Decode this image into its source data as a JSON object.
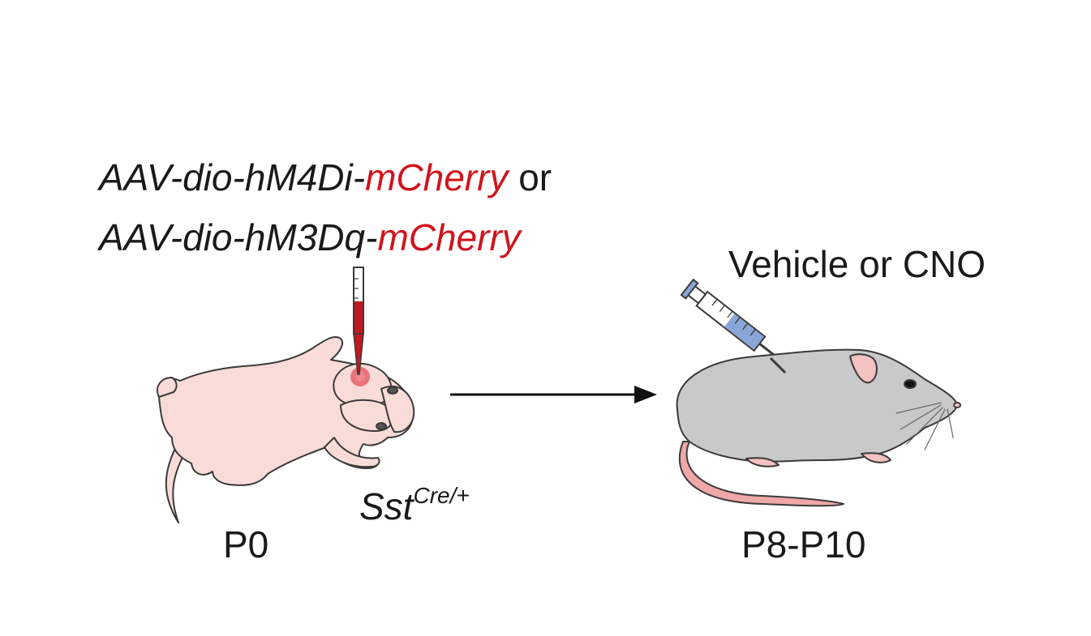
{
  "virus": {
    "line1": {
      "prefix": "AAV-dio-hM4Di-",
      "red": "mCherry",
      "suffix": " or"
    },
    "line2": {
      "prefix": "AAV-dio-hM3Dq-",
      "red": "mCherry"
    }
  },
  "treatment": "Vehicle or CNO",
  "genotype": {
    "base": "Sst",
    "sup": "Cre/+"
  },
  "timepoints": {
    "start": "P0",
    "end": "P8-P10"
  },
  "colors": {
    "virus_red": "#d0141c",
    "pup_skin": "#f9dcd8",
    "adult_fur": "#c9c9c9",
    "ear_pink": "#f4c2c0",
    "tail_pink": "#f0a7a7",
    "syringe_blue": "#8aa6d9",
    "injection_spot": "#e8606a"
  },
  "icons": [
    "pipette-icon",
    "pup-mouse-icon",
    "arrow-icon",
    "syringe-icon",
    "adult-mouse-icon"
  ]
}
